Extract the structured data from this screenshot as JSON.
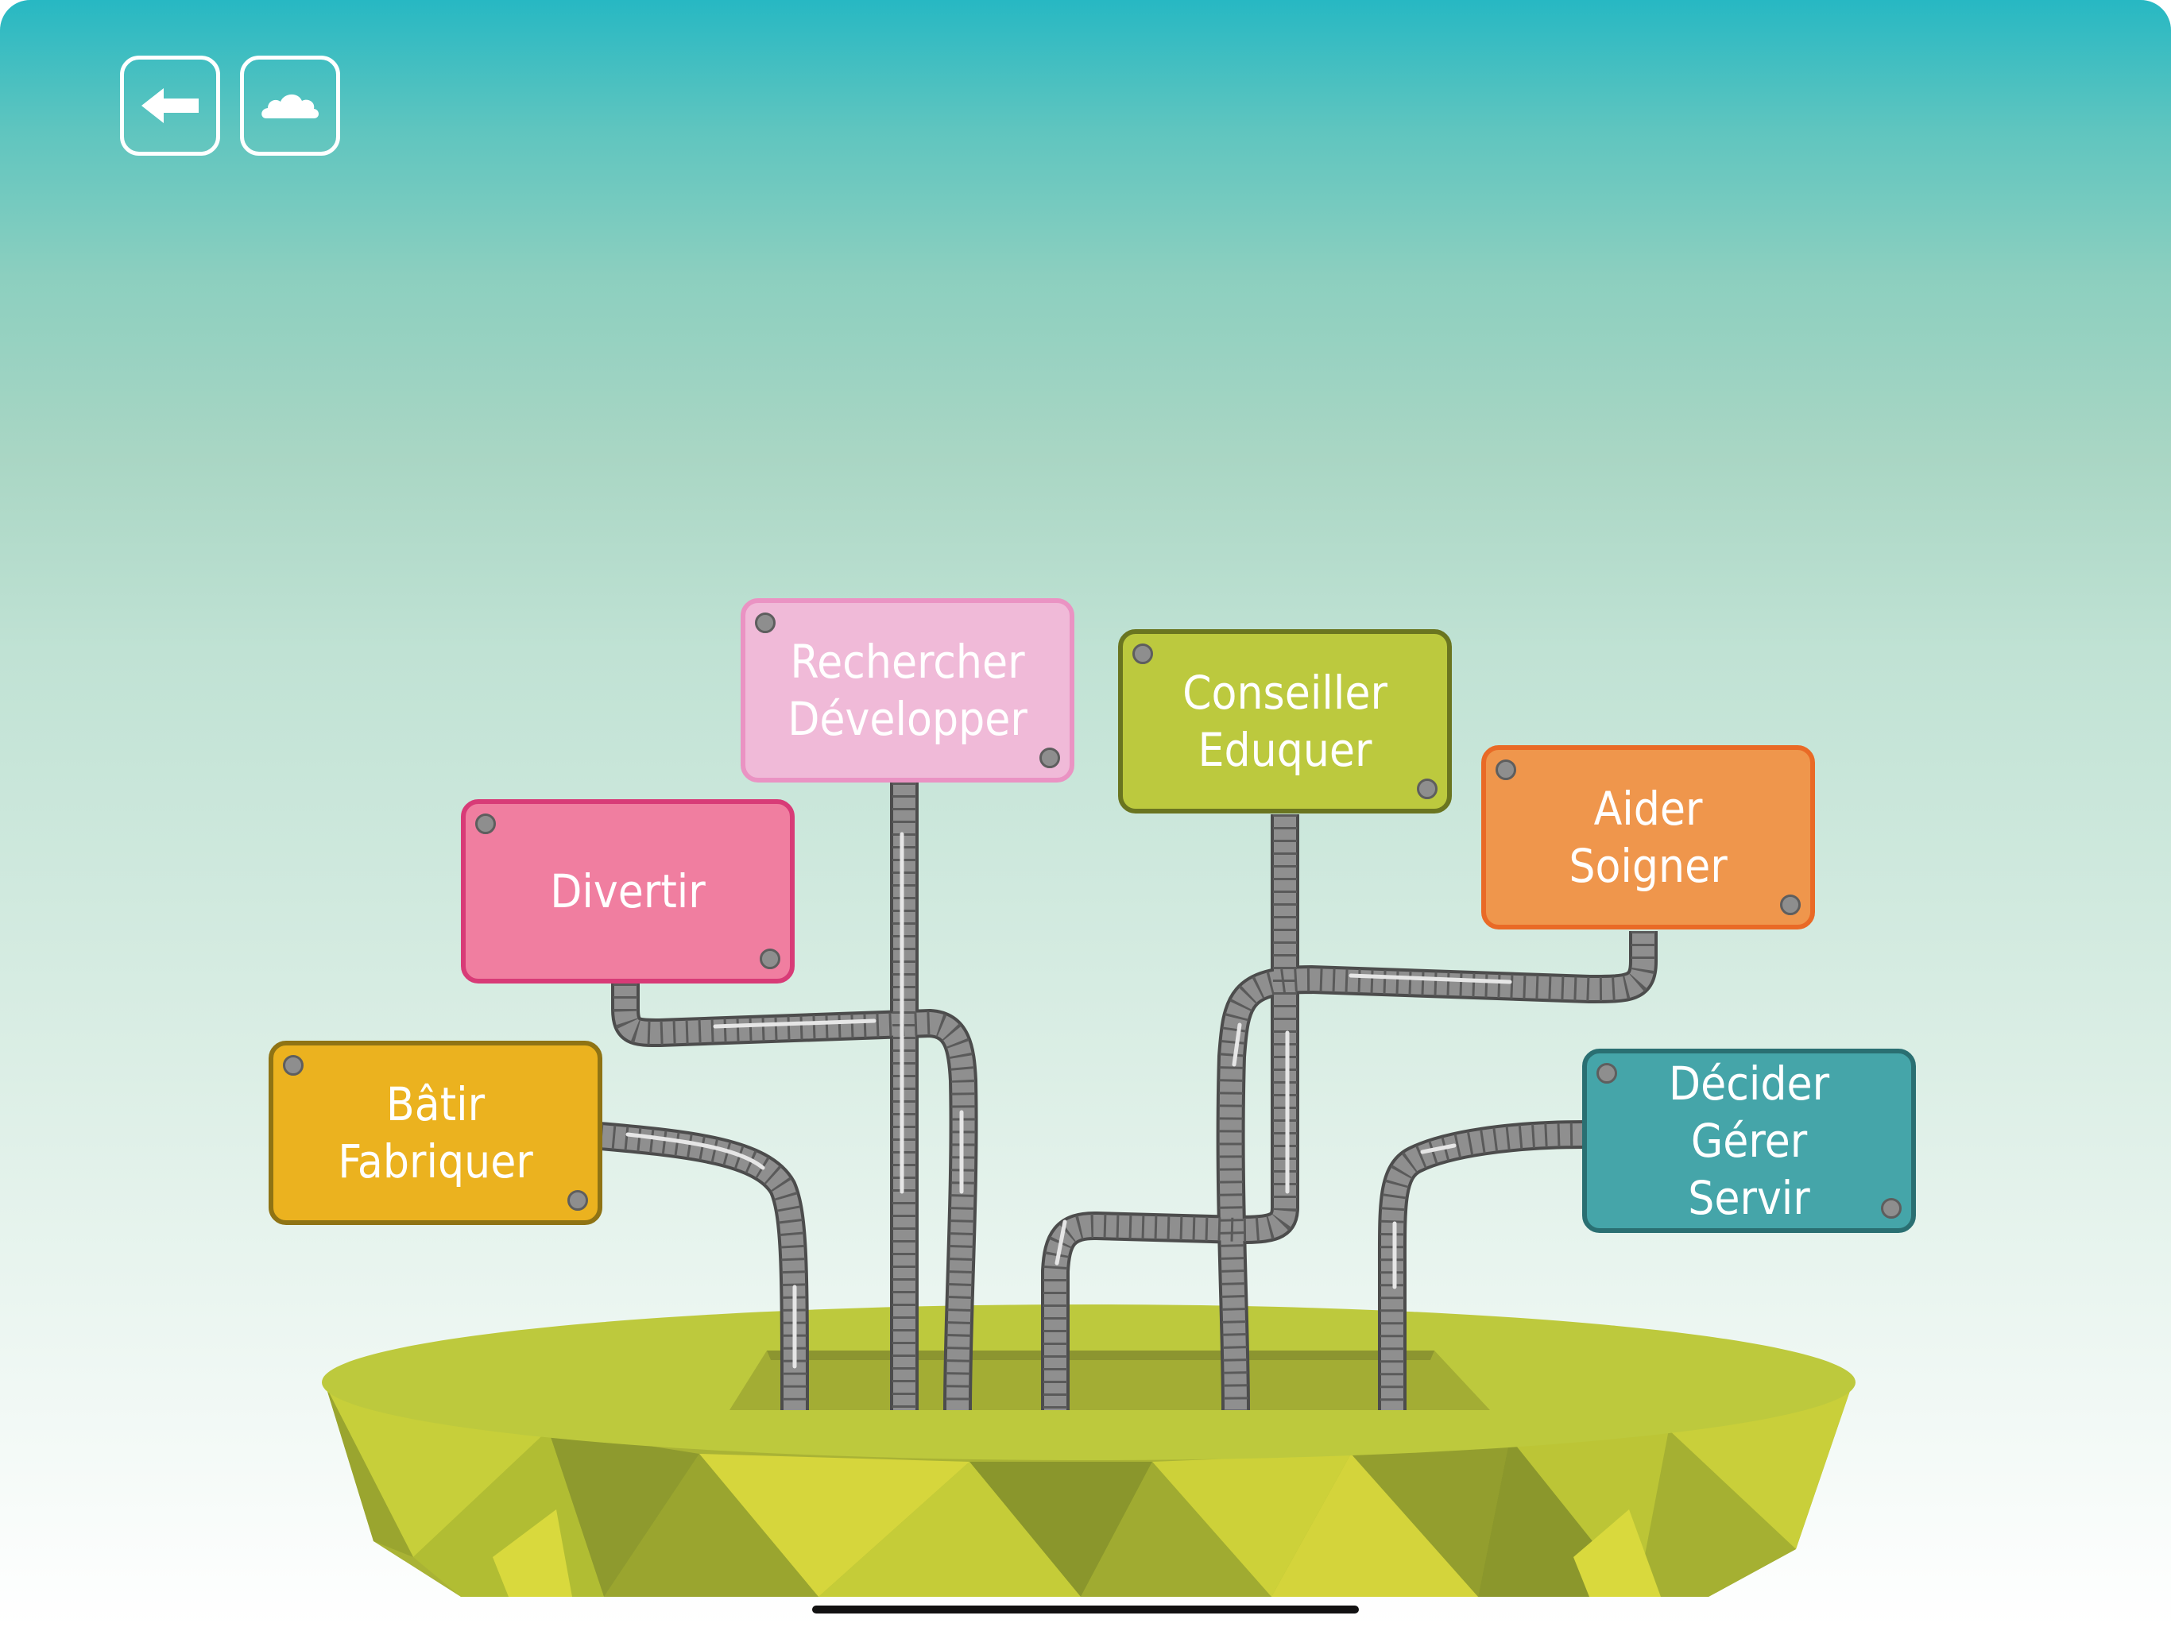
{
  "toolbar": {
    "back_icon": "arrow-left-icon",
    "cloud_icon": "cloud-icon"
  },
  "signs": [
    {
      "id": "batir",
      "lines": [
        "Bâtir",
        "Fabriquer"
      ],
      "fill": "#ebb21f",
      "border": "#8f7314"
    },
    {
      "id": "divertir",
      "lines": [
        "Divertir"
      ],
      "fill": "#f07ea0",
      "border": "#d83b77"
    },
    {
      "id": "rechercher",
      "lines": [
        "Rechercher",
        "Développer"
      ],
      "fill": "#f0bad8",
      "border": "#ea93c3"
    },
    {
      "id": "conseiller",
      "lines": [
        "Conseiller",
        "Eduquer"
      ],
      "fill": "#bcc93e",
      "border": "#6a7520"
    },
    {
      "id": "aider",
      "lines": [
        "Aider",
        "Soigner"
      ],
      "fill": "#ef964c",
      "border": "#e96a26"
    },
    {
      "id": "decider",
      "lines": [
        "Décider",
        "Gérer",
        "Servir"
      ],
      "fill": "#45a5a9",
      "border": "#2a6f72"
    }
  ],
  "colors": {
    "sky_top": "#27b8c3",
    "sky_bottom": "#ffffff",
    "island_top": "#bdc93d",
    "island_dark": "#8c9530",
    "pipe": "#8f8f8f",
    "pipe_outline": "#4c4c4c"
  }
}
